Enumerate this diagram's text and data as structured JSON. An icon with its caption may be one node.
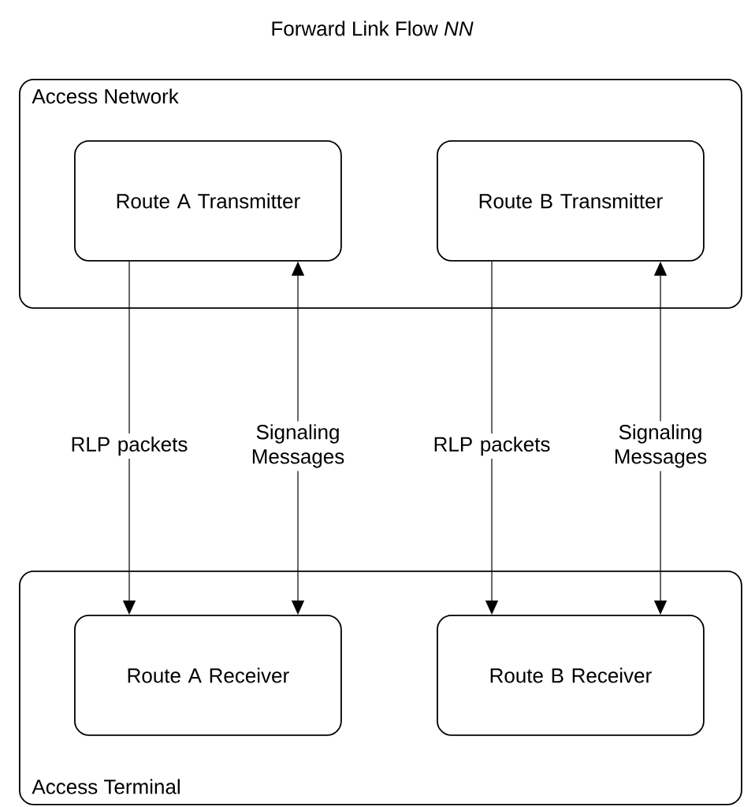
{
  "diagram": {
    "title": "Forward Link Flow *NN*",
    "nodes": [
      {
        "text": [
          "Access Network"
        ]
      },
      {
        "text": [
          "Route A Transmitter"
        ],
        "in": 0
      },
      {
        "text": [
          "Route B Transmitter"
        ],
        "in": 0
      },
      {
        "text": [
          "Access Terminal"
        ]
      },
      {
        "text": [
          "Route A Receiver"
        ],
        "in": 3
      },
      {
        "text": [
          "Route B Receiver"
        ],
        "in": 3
      }
    ],
    "edges": [
      {
        "from": 1,
        "to": 4,
        "arrow": "to",
        "label": "RLP packets"
      },
      {
        "from": 4,
        "to": 1,
        "arrow": "both",
        "label": "Signaling Messages"
      },
      {
        "from": 2,
        "to": 5,
        "arrow": "to",
        "label": "RLP packets"
      },
      {
        "from": 5,
        "to": 2,
        "arrow": "both",
        "label": "Signaling Messages"
      }
    ]
  }
}
